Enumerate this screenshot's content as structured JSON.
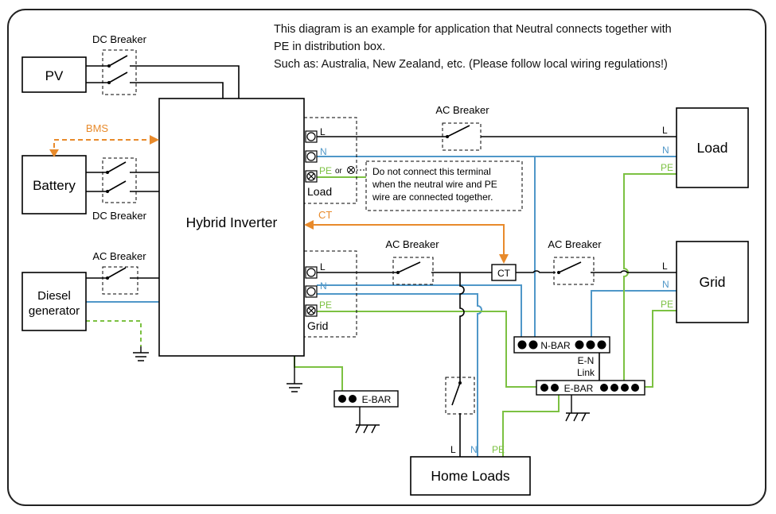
{
  "note": {
    "line1": "This diagram is an example for application that Neutral connects together with",
    "line2": "PE in distribution box.",
    "line3": "Such as: Australia, New Zealand, etc. (Please follow local wiring regulations!)"
  },
  "components": {
    "pv": "PV",
    "battery": "Battery",
    "diesel_line1": "Diesel",
    "diesel_line2": "generator",
    "inverter": "Hybrid Inverter",
    "load": "Load",
    "grid": "Grid",
    "home_loads": "Home Loads"
  },
  "breakers": {
    "dc_top": "DC Breaker",
    "dc_bottom": "DC Breaker",
    "ac_diesel": "AC Breaker",
    "ac_load": "AC Breaker",
    "ac_grid_1": "AC Breaker",
    "ac_grid_2": "AC Breaker"
  },
  "signals": {
    "bms": "BMS",
    "ct": "CT",
    "ct_box": "CT"
  },
  "terminals": {
    "L": "L",
    "N": "N",
    "PE": "PE",
    "or": "or",
    "load_port": "Load",
    "grid_port": "Grid"
  },
  "warning": {
    "line1": "Do not connect this terminal",
    "line2": "when the neutral wire and PE",
    "line3": "wire are connected together."
  },
  "bars": {
    "n_bar": "N-BAR",
    "e_bar_main": "E-BAR",
    "e_bar_small": "E-BAR",
    "en_link_1": "E-N",
    "en_link_2": "Link"
  },
  "colors": {
    "neutral": "#4f97c8",
    "earth": "#7cc142",
    "bms_ct": "#e88a2b",
    "wire": "#000000"
  }
}
